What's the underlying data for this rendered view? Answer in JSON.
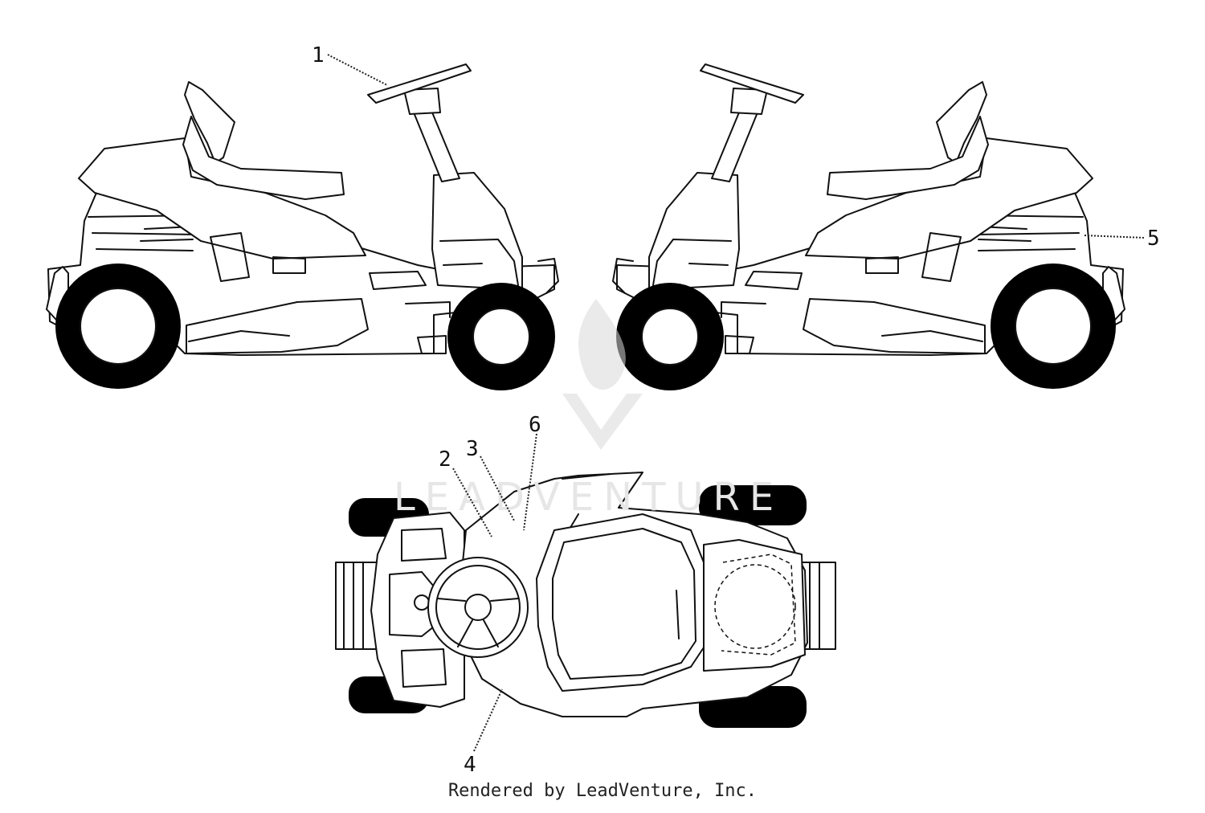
{
  "diagram": {
    "callouts": [
      "1",
      "2",
      "3",
      "4",
      "5",
      "6"
    ],
    "watermark_text": "LEADVENTURE",
    "footer": "Rendered by LeadVenture, Inc."
  },
  "colors": {
    "line": "#111111",
    "tire": "#000000",
    "watermark": "#d9d9d9",
    "background": "#ffffff"
  }
}
